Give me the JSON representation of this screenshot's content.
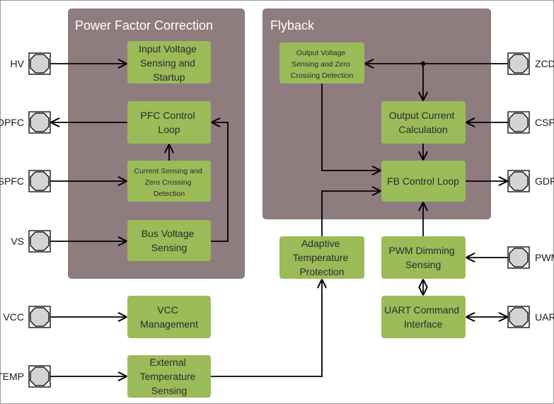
{
  "groups": {
    "pfc": "Power Factor Correction",
    "flyback": "Flyback"
  },
  "blocks": {
    "input_voltage": [
      "Input Voltage",
      "Sensing and",
      "Startup"
    ],
    "pfc_control": [
      "PFC Control",
      "Loop"
    ],
    "current_sensing": [
      "Current Sensing and",
      "Zero Crossing",
      "Detection"
    ],
    "bus_voltage": [
      "Bus Voltage",
      "Sensing"
    ],
    "vcc_mgmt": [
      "VCC",
      "Management"
    ],
    "ext_temp": [
      "External",
      "Temperature",
      "Sensing"
    ],
    "output_voltage": [
      "Output Voltage",
      "Sensing and Zero",
      "Crossing Detection"
    ],
    "output_current": [
      "Output Current",
      "Calculation"
    ],
    "fb_control": [
      "FB Control Loop"
    ],
    "adaptive_temp": [
      "Adaptive",
      "Temperature",
      "Protection"
    ],
    "pwm_dimming": [
      "PWM Dimming",
      "Sensing"
    ],
    "uart": [
      "UART Command",
      "Interface"
    ]
  },
  "pins": {
    "hv": "HV",
    "gdpfc": "GDPFC",
    "cspfc": "CSPFC",
    "vs": "VS",
    "vcc": "VCC",
    "temp": "TEMP",
    "zcd": "ZCD",
    "csfb": "CSFB",
    "gdfb": "GDFB",
    "pwm": "PWM",
    "uart": "UART"
  },
  "colors": {
    "frame": "#8e7c7f",
    "block": "#9bbb59",
    "pin": "#d4d4d4",
    "line": "#000000"
  }
}
